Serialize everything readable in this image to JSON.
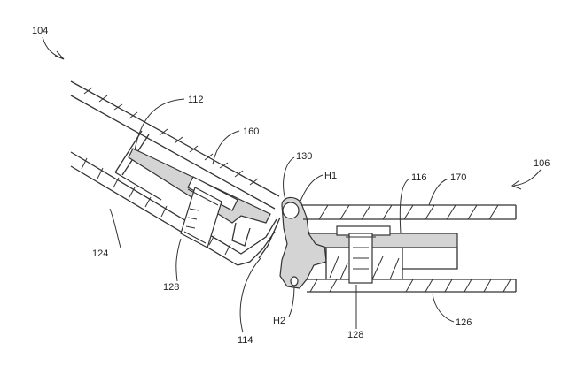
{
  "figure": {
    "labels": {
      "l104": "104",
      "l106": "106",
      "l112": "112",
      "l160": "160",
      "l130": "130",
      "lH1": "H1",
      "l116": "116",
      "l170": "170",
      "l124": "124",
      "l128a": "128",
      "l114": "114",
      "lH2": "H2",
      "l128b": "128",
      "l126": "126"
    }
  }
}
